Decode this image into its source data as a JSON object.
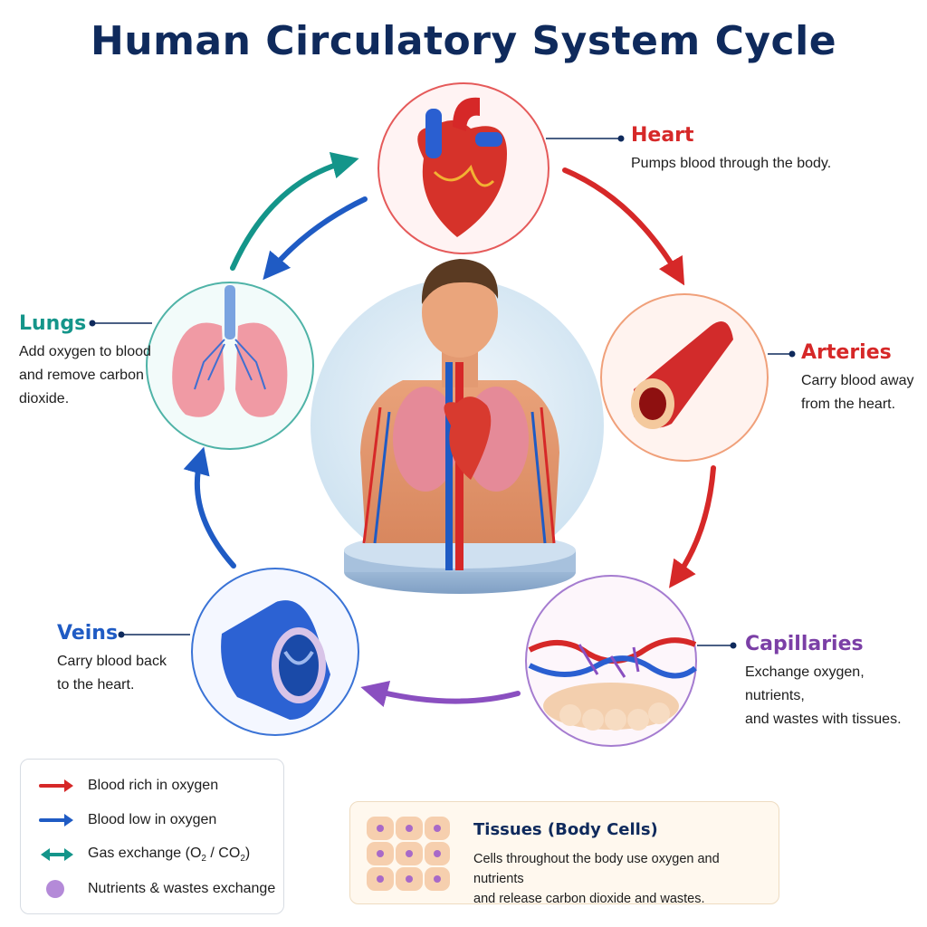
{
  "title": "Human Circulatory System Cycle",
  "stages": {
    "heart": {
      "name": "Heart",
      "desc": "Pumps blood through the body.",
      "color": "#d62828"
    },
    "arteries": {
      "name": "Arteries",
      "desc_line1": "Carry blood away",
      "desc_line2": "from the heart.",
      "color": "#d62828"
    },
    "capillaries": {
      "name": "Capillaries",
      "desc_line1": "Exchange oxygen, nutrients,",
      "desc_line2": "and wastes with tissues.",
      "color": "#7b3fa6"
    },
    "veins": {
      "name": "Veins",
      "desc_line1": "Carry blood back",
      "desc_line2": "to the heart.",
      "color": "#1f5bc4"
    },
    "lungs": {
      "name": "Lungs",
      "desc_line1": "Add oxygen to blood",
      "desc_line2": "and remove carbon",
      "desc_line3": "dioxide.",
      "color": "#14958a"
    }
  },
  "legend": {
    "oxygen_rich": "Blood rich in oxygen",
    "oxygen_low": "Blood low in oxygen",
    "gas_exchange_prefix": "Gas exchange (O",
    "gas_exchange_sub1": "2",
    "gas_exchange_mid": " / CO",
    "gas_exchange_sub2": "2",
    "gas_exchange_suffix": ")",
    "nutrients": "Nutrients & wastes exchange"
  },
  "tissues": {
    "name": "Tissues (Body Cells)",
    "desc_line1": "Cells throughout the body use oxygen and nutrients",
    "desc_line2": "and release carbon dioxide and wastes."
  },
  "colors": {
    "title": "#0f2a5c",
    "oxygen_rich": "#d62828",
    "oxygen_low": "#1f5bc4",
    "gas_exchange": "#14958a",
    "nutrients": "#8a4fc0"
  }
}
